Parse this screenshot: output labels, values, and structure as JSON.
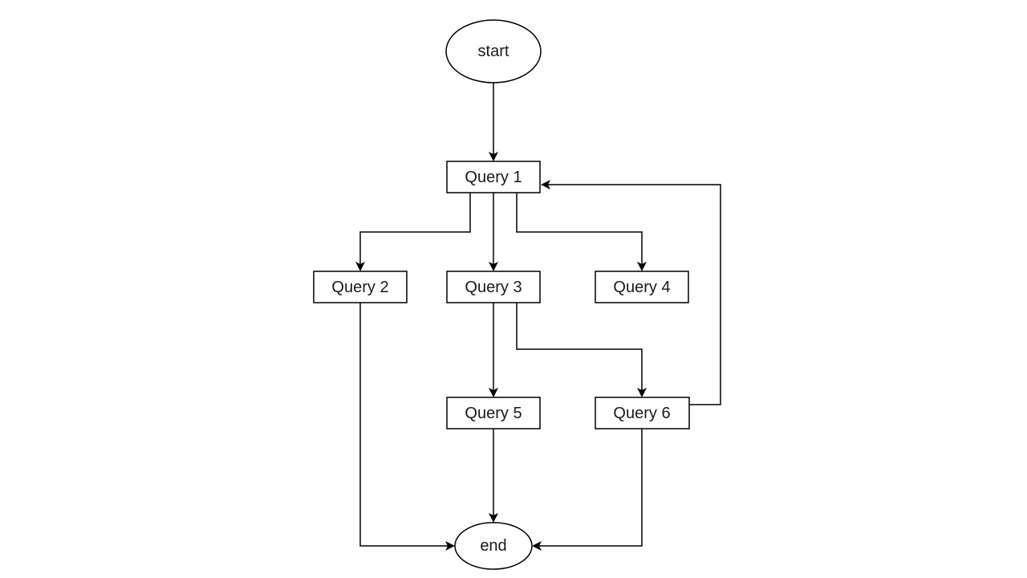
{
  "diagram": {
    "type": "flowchart",
    "nodes": [
      {
        "id": "start",
        "label": "start",
        "shape": "ellipse"
      },
      {
        "id": "q1",
        "label": "Query 1",
        "shape": "rect"
      },
      {
        "id": "q2",
        "label": "Query 2",
        "shape": "rect"
      },
      {
        "id": "q3",
        "label": "Query 3",
        "shape": "rect"
      },
      {
        "id": "q4",
        "label": "Query 4",
        "shape": "rect"
      },
      {
        "id": "q5",
        "label": "Query 5",
        "shape": "rect"
      },
      {
        "id": "q6",
        "label": "Query 6",
        "shape": "rect"
      },
      {
        "id": "end",
        "label": "end",
        "shape": "ellipse"
      }
    ],
    "edges": [
      {
        "from": "start",
        "to": "q1"
      },
      {
        "from": "q1",
        "to": "q2"
      },
      {
        "from": "q1",
        "to": "q3"
      },
      {
        "from": "q1",
        "to": "q4"
      },
      {
        "from": "q3",
        "to": "q5"
      },
      {
        "from": "q3",
        "to": "q6"
      },
      {
        "from": "q6",
        "to": "q1"
      },
      {
        "from": "q2",
        "to": "end"
      },
      {
        "from": "q5",
        "to": "end"
      },
      {
        "from": "q6",
        "to": "end"
      }
    ]
  }
}
